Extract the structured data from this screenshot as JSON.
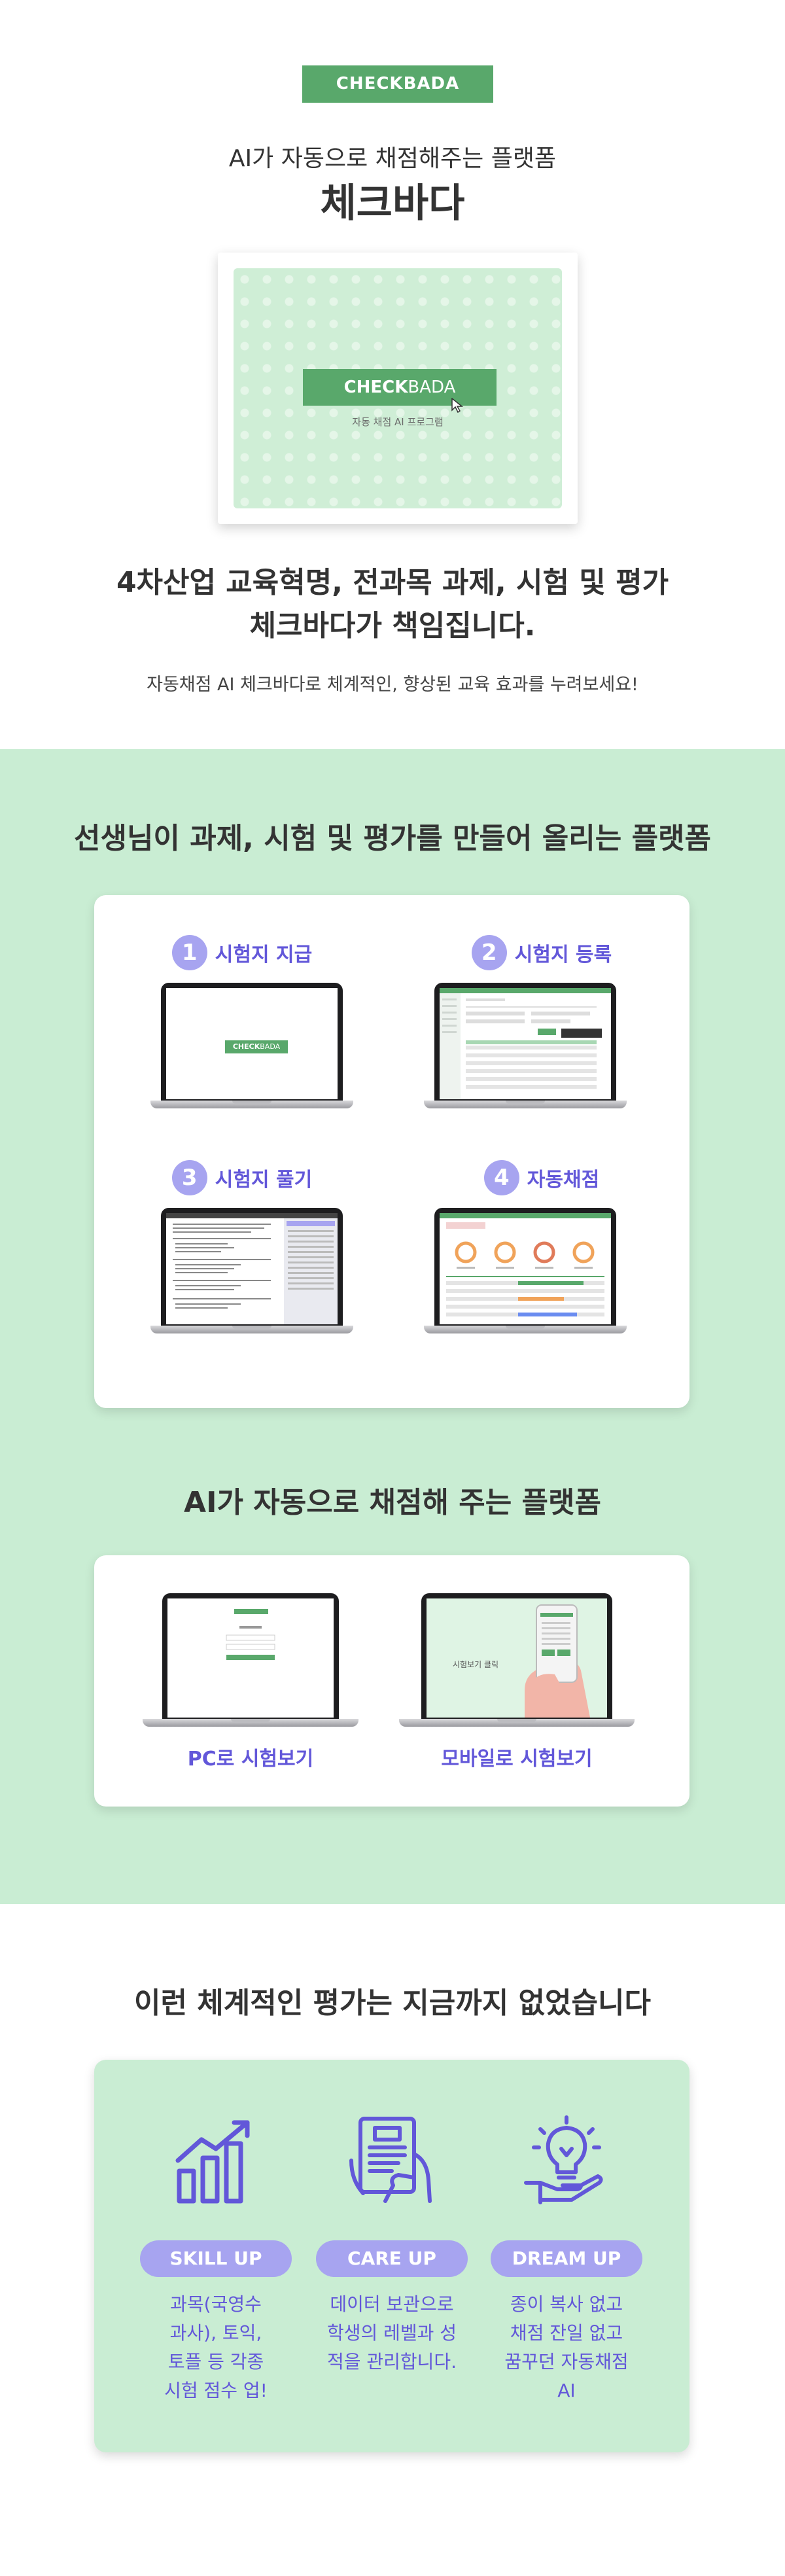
{
  "hero": {
    "logo": "CHECKBADA",
    "subtitle": "AI가 자동으로 채점해주는 플랫폼",
    "title": "체크바다",
    "card_logo_bold": "CHECK",
    "card_logo_light": "BADA",
    "card_caption": "자동 채점 AI 프로그램",
    "headline_line1": "4차산업 교육혁명, 전과목 과제, 시험 및 평가",
    "headline_line2": "체크바다가 책임집니다.",
    "description": "자동채점 AI 체크바다로 체계적인, 향상된 교육 효과를 누려보세요!"
  },
  "process": {
    "title": "선생님이 과제, 시험 및 평가를 만들어 올리는 플랫폼",
    "steps": [
      {
        "number": "1",
        "label": "시험지 지급"
      },
      {
        "number": "2",
        "label": "시험지 등록"
      },
      {
        "number": "3",
        "label": "시험지 풀기"
      },
      {
        "number": "4",
        "label": "자동채점"
      }
    ]
  },
  "platform": {
    "title": "AI가 자동으로 채점해 주는 플랫폼",
    "items": [
      {
        "label": "PC로 시험보기"
      },
      {
        "label": "모바일로 시험보기"
      }
    ],
    "mobile_screen_text": "시험보기 클릭"
  },
  "features": {
    "title": "이런 체계적인 평가는 지금까지 없었습니다",
    "items": [
      {
        "icon": "bar-chart-growth-icon",
        "pill": "SKILL UP",
        "desc": [
          "과목(국영수",
          "과사), 토익,",
          "토플 등 각종",
          "시험 점수 업!"
        ]
      },
      {
        "icon": "tablet-hand-icon",
        "pill": "CARE UP",
        "desc": [
          "데이터 보관으로",
          "학생의 레벨과 성",
          "적을 관리합니다."
        ]
      },
      {
        "icon": "lightbulb-hand-icon",
        "pill": "DREAM UP",
        "desc": [
          "종이 복사 없고",
          "채점 잔일 없고",
          "꿈꾸던 자동채점",
          "AI"
        ]
      }
    ]
  },
  "colors": {
    "brand_green": "#59a86b",
    "section_green": "#c9edd3",
    "accent_purple": "#6257d9",
    "pill_purple": "#a7a4f0"
  }
}
